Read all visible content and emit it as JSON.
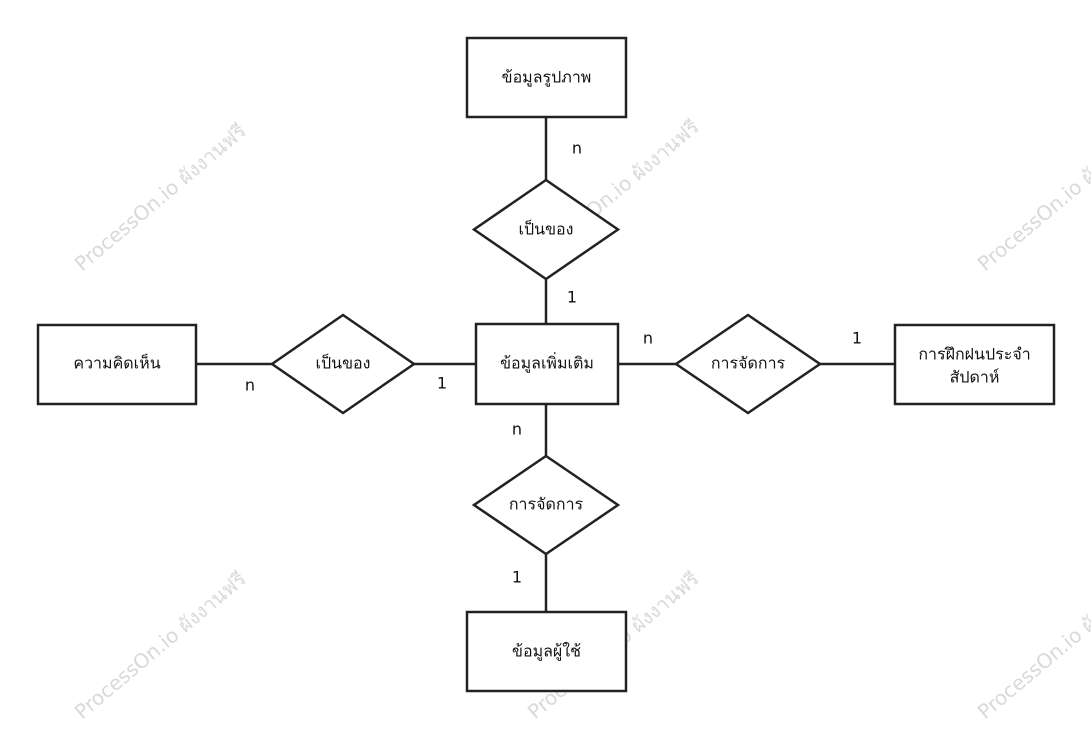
{
  "entities": {
    "photo_info": "ข้อมูลรูปภาพ",
    "additional_info": "ข้อมูลเพิ่มเติม",
    "comments": "ความคิดเห็น",
    "weekly_training_line1": "การฝึกฝนประจำ",
    "weekly_training_line2": "สัปดาห์",
    "user_info": "ข้อมูลผู้ใช้"
  },
  "relationships": {
    "top": "เป็นของ",
    "left": "เป็นของ",
    "right": "การจัดการ",
    "bottom": "การจัดการ"
  },
  "cardinalities": {
    "top_upper": "n",
    "top_lower": "1",
    "left_outer": "n",
    "left_inner": "1",
    "right_inner": "n",
    "right_outer": "1",
    "bottom_upper": "n",
    "bottom_lower": "1"
  },
  "watermark": {
    "text": "ProcessOn.io ผังงานฟรี"
  }
}
